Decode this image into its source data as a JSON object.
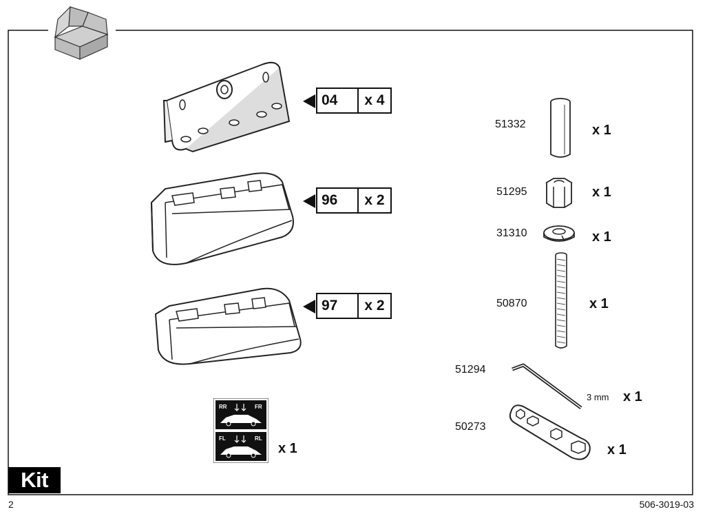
{
  "page": {
    "number": "2",
    "doc_code": "506-3019-03",
    "section_label": "Kit"
  },
  "icons": {
    "box": "open-box-icon"
  },
  "coded_parts": [
    {
      "code": "04",
      "count": "x 4",
      "icon": "mounting-plate-icon"
    },
    {
      "code": "96",
      "count": "x 2",
      "icon": "rubber-pad-96-icon"
    },
    {
      "code": "97",
      "count": "x 2",
      "icon": "rubber-pad-97-icon"
    }
  ],
  "sticker": {
    "labels": {
      "top_left": "RR",
      "top_right": "FR",
      "bottom_left": "FL",
      "bottom_right": "RL"
    },
    "count": "x 1",
    "icon": "position-sticker-icon"
  },
  "hardware": [
    {
      "part_no": "51332",
      "count": "x 1",
      "icon": "spacer-tube-icon"
    },
    {
      "part_no": "51295",
      "count": "x 1",
      "icon": "hex-nut-icon"
    },
    {
      "part_no": "31310",
      "count": "x 1",
      "icon": "lock-washer-icon"
    },
    {
      "part_no": "50870",
      "count": "x 1",
      "icon": "threaded-rod-icon"
    },
    {
      "part_no": "51294",
      "size": "3 mm",
      "count": "x 1",
      "icon": "allen-key-icon"
    },
    {
      "part_no": "50273",
      "count": "x 1",
      "icon": "flat-wrench-icon"
    }
  ]
}
